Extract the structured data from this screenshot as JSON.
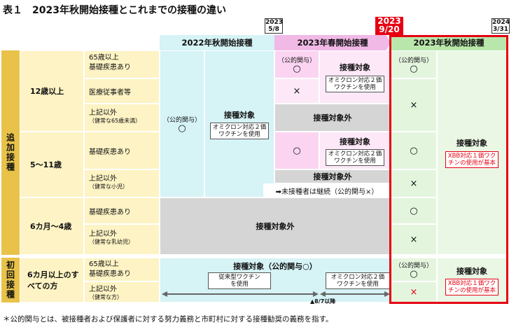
{
  "title": "表１　2023年秋開始接種とこれまでの接種の違い",
  "dates": {
    "d2023_58": "2023\n5/8",
    "d2023_920": "2023\n9/20",
    "d2024_331": "2024\n3/31"
  },
  "headers": {
    "fall2022": "2022年秋開始接種",
    "spring2023": "2023年春開始接種",
    "fall2023": "2023年秋開始接種"
  },
  "sections": {
    "additional": "追加接種",
    "initial": "初回接種"
  },
  "ages": {
    "age12": "12歳以上",
    "age5_11": "5〜11歳",
    "age6m_4": "6カ月〜4歳",
    "age6m_all": "6カ月以上のすべての方"
  },
  "sub": {
    "s65": "65歳以上\n基礎疾患あり",
    "medical": "医療従事者等",
    "other_healthy": "上記以外",
    "other_healthy_note": "（健常な65歳未満）",
    "kiso": "基礎疾患あり",
    "other_child": "上記以外",
    "other_child_note": "（健常な小児）",
    "kiso2": "基礎疾患あり",
    "other_infant": "上記以外",
    "other_infant_note": "（健常な乳幼児）",
    "s65b": "65歳以上\n基礎疾患あり",
    "other_b": "上記以外",
    "other_b_note": "（健常な方）"
  },
  "fall2022": {
    "koteki": "（公的関与）",
    "mark": "○",
    "target": "接種対象",
    "vaccine": "オミクロン対応２価\nワクチンを使用"
  },
  "spring2023": {
    "koteki": "（公的関与）",
    "circle": "○",
    "cross": "×",
    "target": "接種対象",
    "vaccine": "オミクロン対応２価\nワクチンを使用",
    "excluded": "接種対象外",
    "circle2": "○",
    "target2": "接種対象",
    "vaccine2": "オミクロン対応２価\nワクチンを使用",
    "excluded2": "接種対象外",
    "continue": "➡未接種者は継続（公的関与×）"
  },
  "infant_excluded": "接種対象外",
  "fall2023": {
    "koteki": "（公的関与）",
    "circle": "○",
    "cross": "×",
    "circle2": "○",
    "cross2": "×",
    "circle3": "○",
    "cross3": "×",
    "target": "接種対象",
    "vaccine": "XBB対応１価ワク\nチンの使用が基本",
    "koteki2": "（公的関与）",
    "circle4": "○",
    "cross4": "×",
    "target2": "接種対象",
    "vaccine2": "XBB対応１価ワク\nチンの使用が基本"
  },
  "initial": {
    "target": "接種対象（公的関与○）",
    "conventional": "従来型ワクチン\nを使用",
    "omicron": "オミクロン対応２価\nワクチンを使用",
    "from": "▲8/7以降"
  },
  "footnote": "＊公的関与とは、被接種者および保護者に対する努力義務と市町村に対する接種勧奨の義務を指す。",
  "colors": {
    "red": "#e60012",
    "cyan": "#d6f3f6",
    "pink": "#fbd4f2",
    "gray": "#d5d5d5",
    "green": "#e4f5de",
    "yellow": "#fdf3c4",
    "gold": "#e9c24a"
  }
}
